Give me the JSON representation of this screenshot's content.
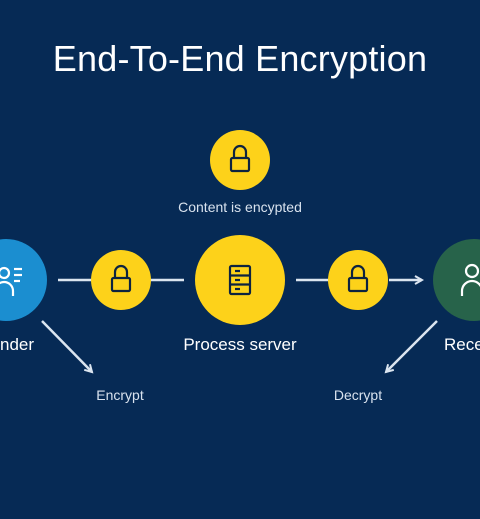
{
  "title": "End-To-End Encryption",
  "content_caption": "Content is encypted",
  "sender": {
    "label": "nder",
    "color": "#1b8ed0"
  },
  "server": {
    "label": "Process server",
    "color": "#fdd21a"
  },
  "receiver": {
    "label": "Rece",
    "color": "#27634a"
  },
  "encrypt_label": "Encrypt",
  "decrypt_label": "Decrypt",
  "lock_color": "#fdd21a",
  "icons": [
    "lock-icon",
    "server-icon",
    "user-icon"
  ]
}
